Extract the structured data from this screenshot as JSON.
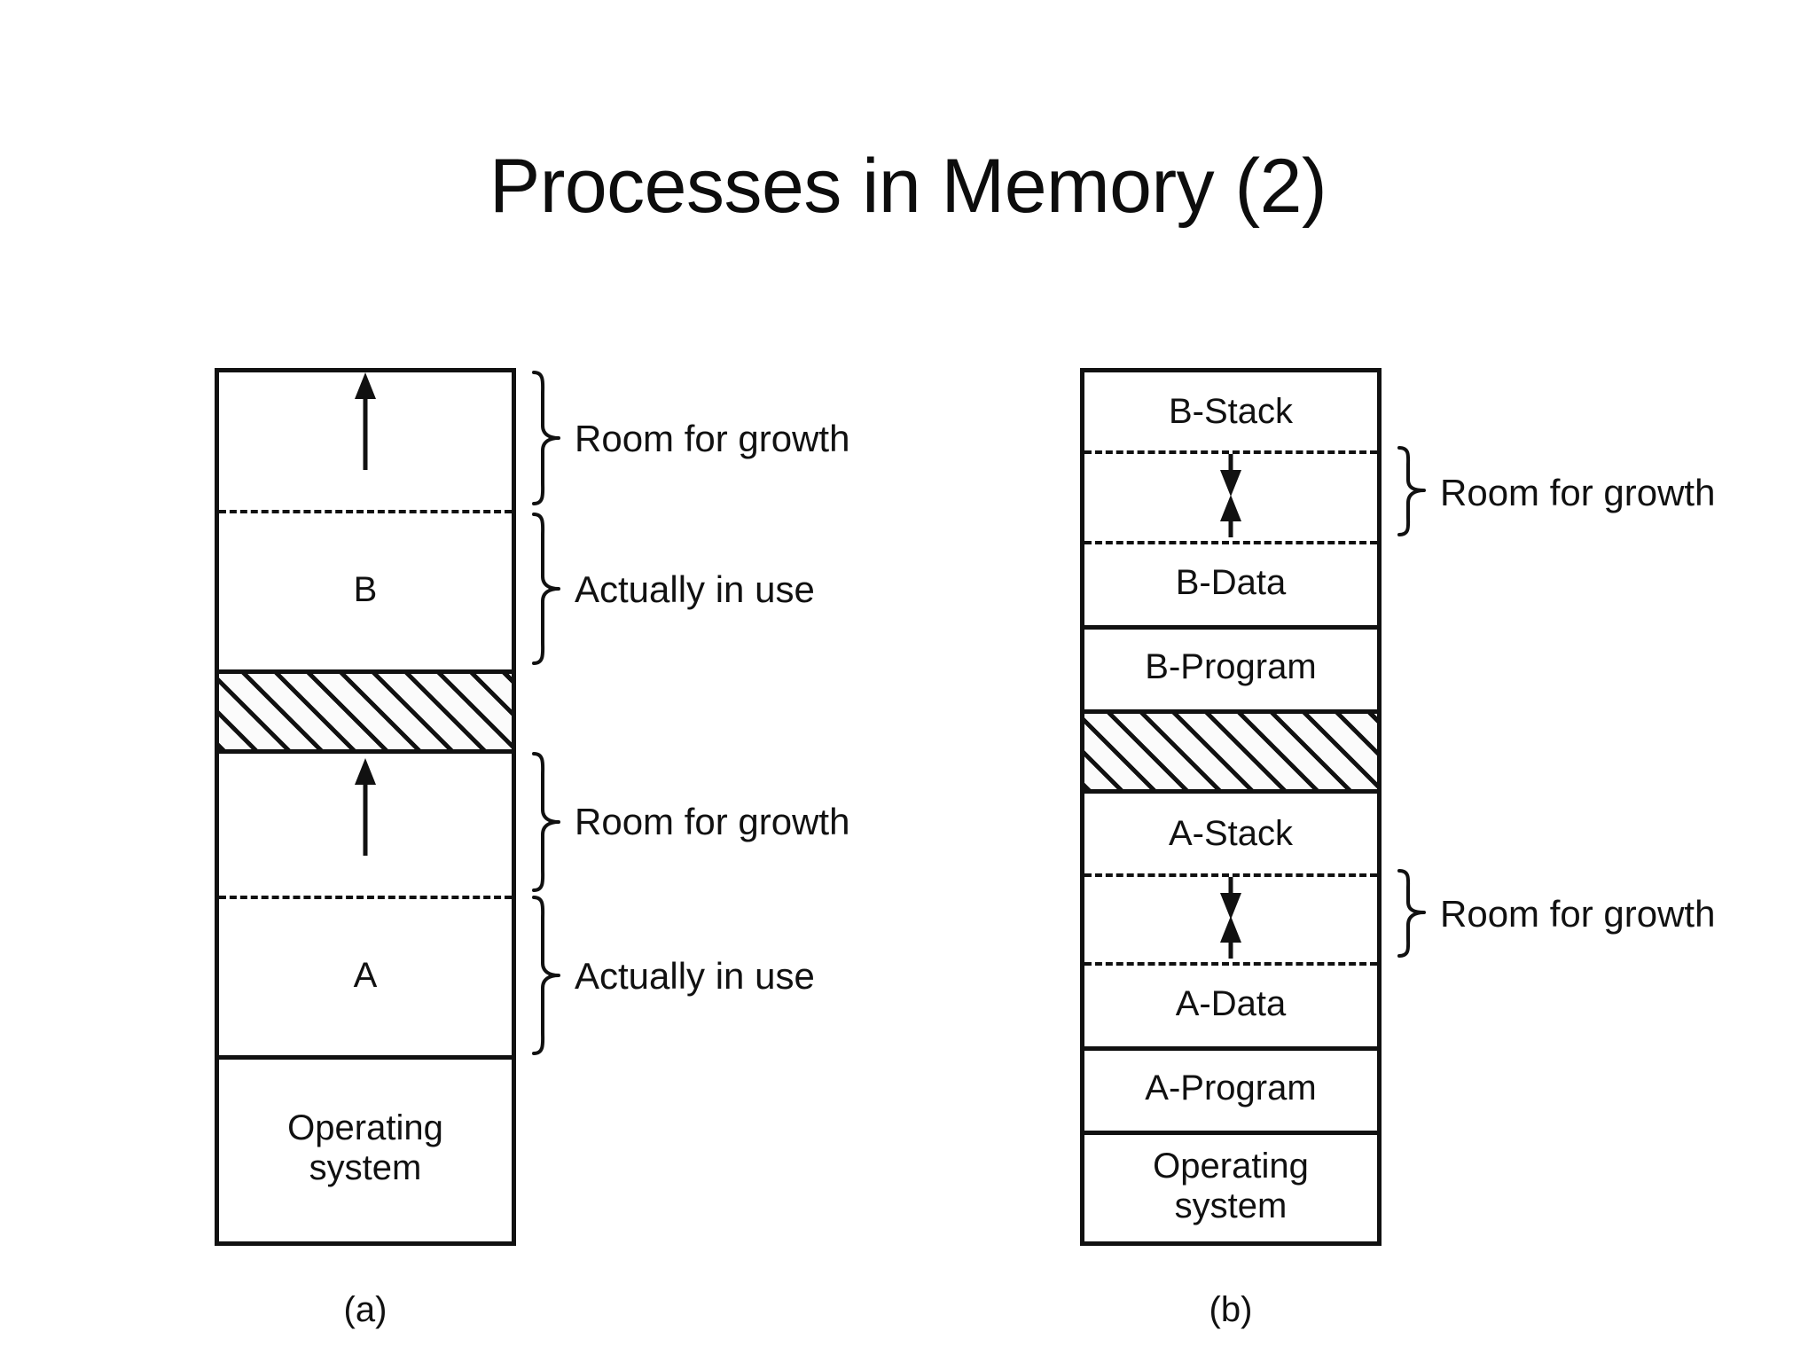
{
  "slide": {
    "title": "Processes in Memory (2)",
    "background_color": "#ffffff",
    "ink_color": "#111111"
  },
  "diagram_a": {
    "caption": "(a)",
    "segments": [
      {
        "key": "b_growth",
        "label": "",
        "kind": "empty-growth"
      },
      {
        "key": "b_inuse",
        "label": "B",
        "kind": "process"
      },
      {
        "key": "gap",
        "label": "",
        "kind": "hatched-free"
      },
      {
        "key": "a_growth",
        "label": "",
        "kind": "empty-growth"
      },
      {
        "key": "a_inuse",
        "label": "A",
        "kind": "process"
      },
      {
        "key": "os",
        "label": "Operating\nsystem",
        "kind": "os"
      }
    ],
    "braces": [
      {
        "key": "b_room",
        "label": "Room for growth"
      },
      {
        "key": "b_used",
        "label": "Actually in use"
      },
      {
        "key": "a_room",
        "label": "Room for growth"
      },
      {
        "key": "a_used",
        "label": "Actually in use"
      }
    ],
    "arrows": [
      {
        "key": "b_grow_arrow",
        "direction": "up"
      },
      {
        "key": "a_grow_arrow",
        "direction": "up"
      }
    ]
  },
  "diagram_b": {
    "caption": "(b)",
    "segments": [
      {
        "key": "b_stack",
        "label": "B-Stack",
        "kind": "stack"
      },
      {
        "key": "b_gap",
        "label": "",
        "kind": "growth-gap"
      },
      {
        "key": "b_data",
        "label": "B-Data",
        "kind": "data"
      },
      {
        "key": "b_program",
        "label": "B-Program",
        "kind": "program"
      },
      {
        "key": "free",
        "label": "",
        "kind": "hatched-free"
      },
      {
        "key": "a_stack",
        "label": "A-Stack",
        "kind": "stack"
      },
      {
        "key": "a_gap",
        "label": "",
        "kind": "growth-gap"
      },
      {
        "key": "a_data",
        "label": "A-Data",
        "kind": "data"
      },
      {
        "key": "a_program",
        "label": "A-Program",
        "kind": "program"
      },
      {
        "key": "os",
        "label": "Operating\nsystem",
        "kind": "os"
      }
    ],
    "braces": [
      {
        "key": "b_room",
        "label": "Room for growth"
      },
      {
        "key": "a_room",
        "label": "Room for growth"
      }
    ],
    "arrows": [
      {
        "key": "b_gap_down",
        "direction": "down"
      },
      {
        "key": "b_gap_up",
        "direction": "up"
      },
      {
        "key": "a_gap_down",
        "direction": "down"
      },
      {
        "key": "a_gap_up",
        "direction": "up"
      }
    ]
  }
}
